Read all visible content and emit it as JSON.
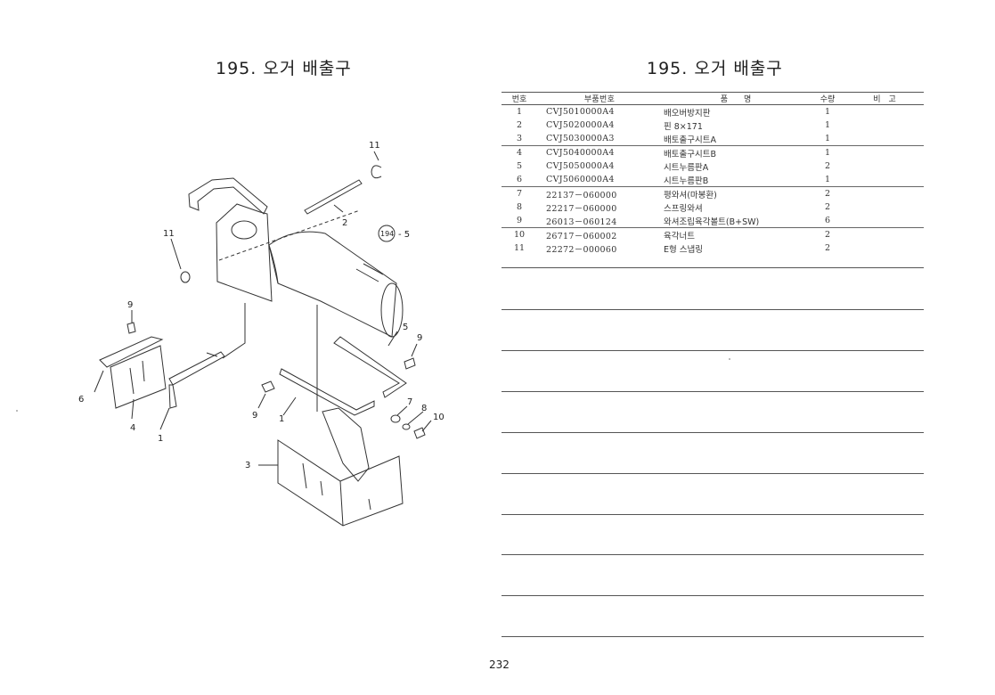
{
  "title_left": "195. 오거 배출구",
  "title_right": "195. 오거 배출구",
  "table": {
    "headers": {
      "no": "번호",
      "part_no": "부품번호",
      "name": "품　　명",
      "qty": "수량",
      "remark": "비　고"
    },
    "rows": [
      {
        "no": "1",
        "part_no": "CVJ5010000A4",
        "name": "배오버방지판",
        "qty": "1"
      },
      {
        "no": "2",
        "part_no": "CVJ5020000A4",
        "name": "핀 8×171",
        "qty": "1"
      },
      {
        "no": "3",
        "part_no": "CVJ5030000A3",
        "name": "배토출구시트A",
        "qty": "1"
      },
      {
        "no": "4",
        "part_no": "CVJ5040000A4",
        "name": "배토출구시트B",
        "qty": "1"
      },
      {
        "no": "5",
        "part_no": "CVJ5050000A4",
        "name": "시트누름판A",
        "qty": "2"
      },
      {
        "no": "6",
        "part_no": "CVJ5060000A4",
        "name": "시트누름판B",
        "qty": "1"
      },
      {
        "no": "7",
        "part_no": "22137－060000",
        "name": "평와셔(마봉환)",
        "qty": "2"
      },
      {
        "no": "8",
        "part_no": "22217－060000",
        "name": "스프링와셔",
        "qty": "2"
      },
      {
        "no": "9",
        "part_no": "26013－060124",
        "name": "와셔조립육각볼트(B+SW)",
        "qty": "6"
      },
      {
        "no": "10",
        "part_no": "26717－060002",
        "name": "육각너트",
        "qty": "2"
      },
      {
        "no": "11",
        "part_no": "22272－000060",
        "name": "E형 스냅링",
        "qty": "2"
      }
    ]
  },
  "diagram": {
    "callouts": [
      "11",
      "2",
      "11",
      "194",
      "- 5",
      "9",
      "5",
      "9",
      "6",
      "4",
      "1",
      "9",
      "1",
      "7",
      "8",
      "10",
      "3"
    ]
  },
  "page_number": "232"
}
